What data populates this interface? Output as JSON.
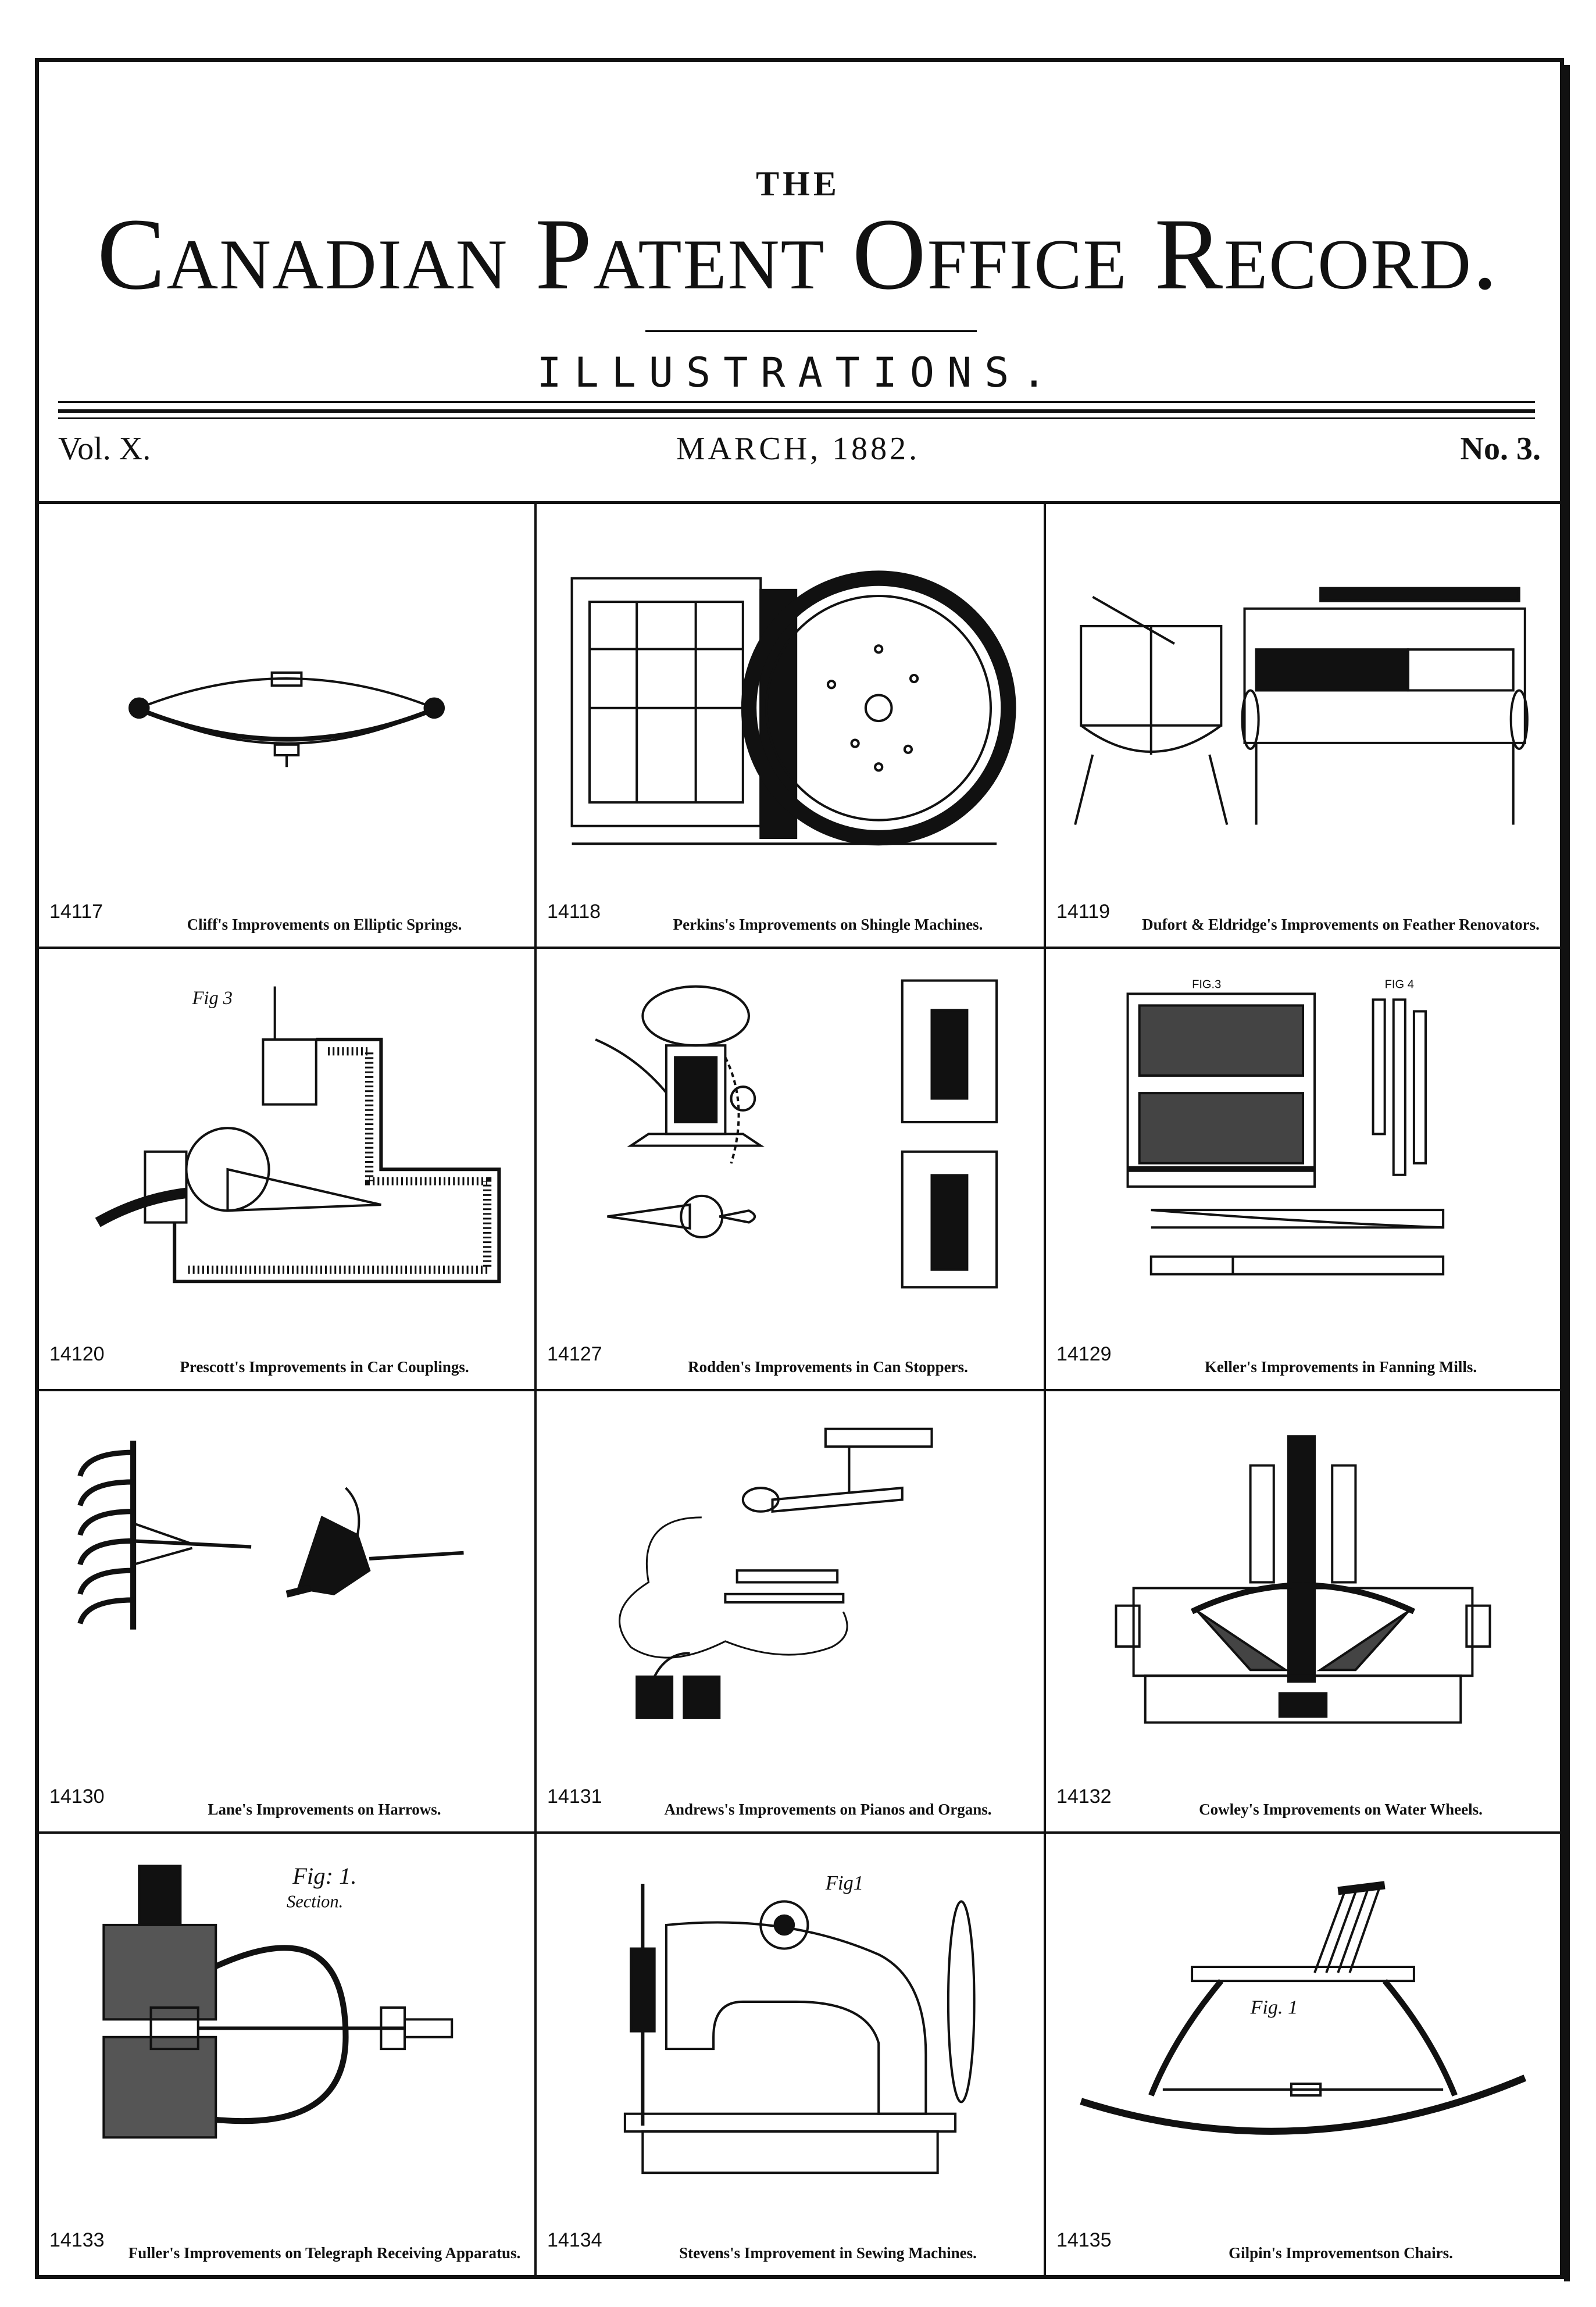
{
  "header": {
    "the": "THE",
    "title": "Canadian Patent Office Record.",
    "subtitle": "ILLUSTRATIONS.",
    "volume": "Vol. X.",
    "date": "MARCH, 1882.",
    "number": "No. 3."
  },
  "patents": [
    {
      "number": "14117",
      "caption": "Cliff's Improvements on Elliptic Springs.",
      "icon": "elliptic-spring-drawing"
    },
    {
      "number": "14118",
      "caption": "Perkins's Improvements on Shingle Machines.",
      "icon": "shingle-machine-drawing"
    },
    {
      "number": "14119",
      "caption": "Dufort & Eldridge's Improvements on Feather Renovators.",
      "icon": "feather-renovator-drawing"
    },
    {
      "number": "14120",
      "caption": "Prescott's Improvements in Car Couplings.",
      "icon": "car-coupling-drawing"
    },
    {
      "number": "14127",
      "caption": "Rodden's Improvements in Can Stoppers.",
      "icon": "can-stopper-drawing"
    },
    {
      "number": "14129",
      "caption": "Keller's Improvements in Fanning Mills.",
      "icon": "fanning-mill-drawing"
    },
    {
      "number": "14130",
      "caption": "Lane's Improvements on Harrows.",
      "icon": "harrow-drawing"
    },
    {
      "number": "14131",
      "caption": "Andrews's Improvements on Pianos and Organs.",
      "icon": "piano-organ-drawing"
    },
    {
      "number": "14132",
      "caption": "Cowley's Improvements on Water Wheels.",
      "icon": "water-wheel-drawing"
    },
    {
      "number": "14133",
      "caption": "Fuller's Improvements on Telegraph Receiving Apparatus.",
      "icon": "telegraph-receiver-drawing"
    },
    {
      "number": "14134",
      "caption": "Stevens's Improvement in Sewing Machines.",
      "icon": "sewing-machine-drawing"
    },
    {
      "number": "14135",
      "caption": "Gilpin's Improvementson Chairs.",
      "icon": "rocking-chair-drawing"
    }
  ],
  "figure_labels": {
    "coupling": "Fig 3",
    "fanning_left": "FIG.3",
    "fanning_right": "FIG 4",
    "telegraph_fig": "Fig: 1.",
    "telegraph_section": "Section.",
    "sewing_fig": "Fig1",
    "chair_fig": "Fig. 1"
  }
}
